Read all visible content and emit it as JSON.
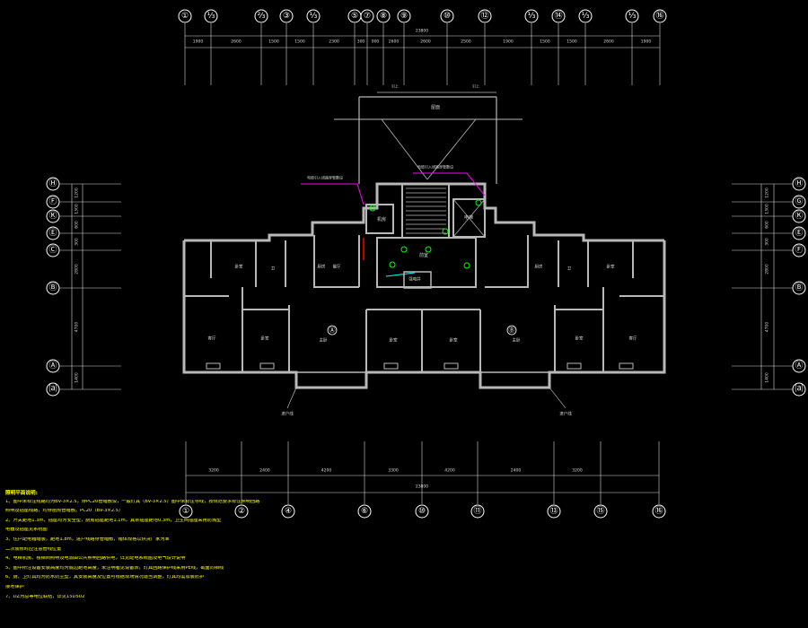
{
  "colors": {
    "background": "#000000",
    "axis": "#ffffff",
    "wall": "#b8b8b8",
    "dim": "#d8d8d8",
    "notes": "#ffff00",
    "cable": "#ff00ff",
    "device": "#00ff00",
    "hot": "#ff0000",
    "feed": "#00ffff"
  },
  "top_axis": {
    "labels": [
      "①",
      "⅓",
      "⅔",
      "③",
      "⅓",
      "⑤",
      "⑦",
      "⑧",
      "⑨",
      "⑩",
      "⑫",
      "⅓",
      "⑭",
      "⅓",
      "⅓",
      "⑯"
    ],
    "segments": [
      "1900",
      "2600",
      "1500",
      "1500",
      "2300",
      "300",
      "900",
      "2600",
      "2600",
      "2500",
      "1900",
      "1500",
      "1500",
      "2600",
      "1900"
    ],
    "total": "23800"
  },
  "bottom_axis": {
    "labels": [
      "①",
      "②",
      "④",
      "⑥",
      "⑩",
      "⑪",
      "⑬",
      "⑮",
      "⑯"
    ],
    "segments": [
      "3200",
      "2400",
      "4200",
      "3300",
      "4200",
      "2400",
      "3200"
    ],
    "total": "23800"
  },
  "left_axis": {
    "labels": [
      "Ⓗ",
      "Ⓕ",
      "Ⓚ",
      "Ⓔ",
      "Ⓒ",
      "Ⓑ",
      "Ⓐ",
      "⒜"
    ],
    "segments": [
      "1200",
      "1300",
      "600",
      "300",
      "2800",
      "4700",
      "1400"
    ]
  },
  "right_axis": {
    "labels": [
      "Ⓗ",
      "Ⓖ",
      "Ⓚ",
      "Ⓔ",
      "Ⓕ",
      "Ⓑ",
      "Ⓐ",
      "⒜"
    ],
    "segments": [
      "1200",
      "1300",
      "600",
      "300",
      "2800",
      "4700",
      "1400"
    ]
  },
  "plan_labels": {
    "roof": "屋面",
    "mech": "机房",
    "core_a": "前室",
    "core_b": "电梯",
    "meter": "强电井",
    "unit_a": "Ⓐ",
    "unit_b": "Ⓑ",
    "room_living": "客厅",
    "room_master": "主卧",
    "room_bed": "卧室",
    "room_kitchen": "厨房",
    "room_bath": "卫",
    "room_dining": "餐厅",
    "note_cable": "电缆引入线路穿管敷设",
    "riser_top": "引上",
    "feed_left": "进户线",
    "feed_right": "进户线"
  },
  "notes": {
    "title": "照明平面说明:",
    "lines": [
      "1、图中未标注线路均为BV-3×2.5，穿PC20管暗敷设，一般灯具（BV-3×2.5）图中未标注导线，按规范要求标注照明回路",
      "    照明及插座线路，均穿阻燃管暗敷。PC20（BV-3×2.5）",
      "2、开关距地1.3m，插座均为安全型，厨房插座距地1.1m，其余插座距地0.3m，卫生间插座采用防溅型",
      "    电器及插座见系统图",
      "3、住户配电箱暗装，距地1.8m，进户线路穿管暗敷，箱体规格以供货厂家为准",
      "    二次装修时应注意管线位置",
      "4、电梯机房、楼梯间照明及电源由公共照明回路供电，详见配电系统图及电气设计说明",
      "5、图中所注设备安装高度均为底边距地高度，未注明者见设备表，灯具回路保护线采用PE线，截面同相线",
      "6、厨、卫灯具均为防水防尘型，其安装高度及位置可根据现场情况适当调整，灯具均需加装防护",
      "    接地保护",
      "7、DZ为总等电位联结，详见15D502"
    ]
  }
}
